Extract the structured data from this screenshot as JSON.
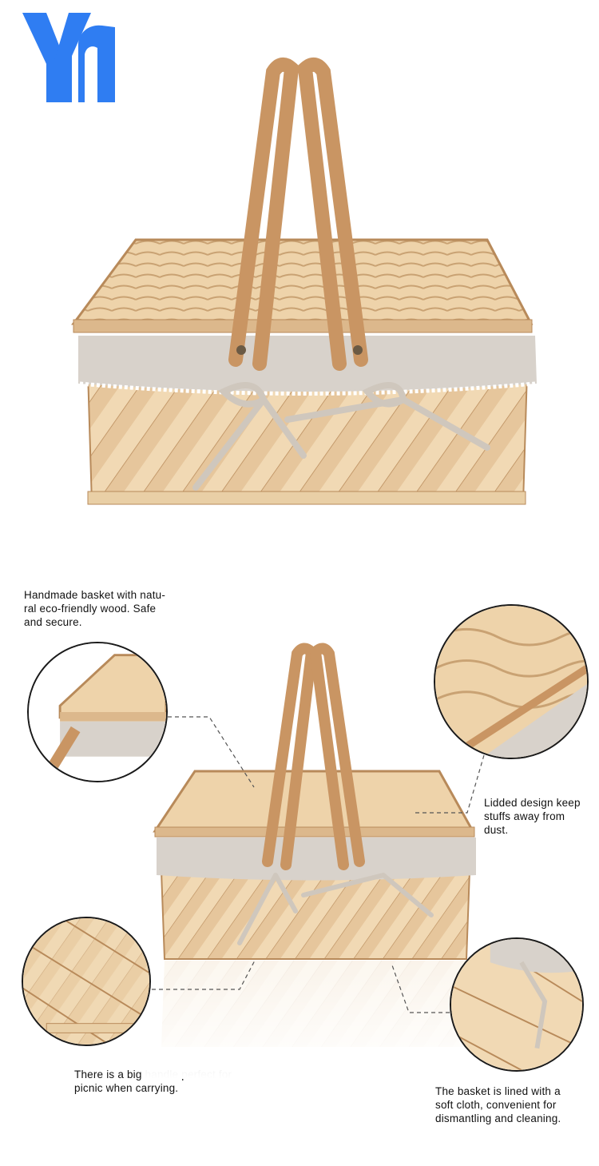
{
  "brand": {
    "logo_icon": "yr-logo-icon",
    "logo_color": "#2f7df2"
  },
  "colors": {
    "wood_light": "#f1d9b4",
    "wood_mid": "#dcb88c",
    "wood_dark": "#b88a5a",
    "handle": "#c99563",
    "cloth": "#d8d2cb",
    "line": "#555555"
  },
  "callouts": {
    "wood": {
      "line1": "Handmade  basket with natu-",
      "line2": "ral eco-friendly wood. Safe",
      "line3": "and secure."
    },
    "lid": {
      "line1": "Lidded design keep",
      "line2": "stuffs away from",
      "line3": "dust."
    },
    "handle": {
      "line1": "There is a big handle perfect for",
      "line2": "picnic when carrying."
    },
    "cloth": {
      "line1": "The basket is lined with a",
      "line2": "soft cloth, convenient  for",
      "line3": "dismantling and cleaning."
    }
  }
}
